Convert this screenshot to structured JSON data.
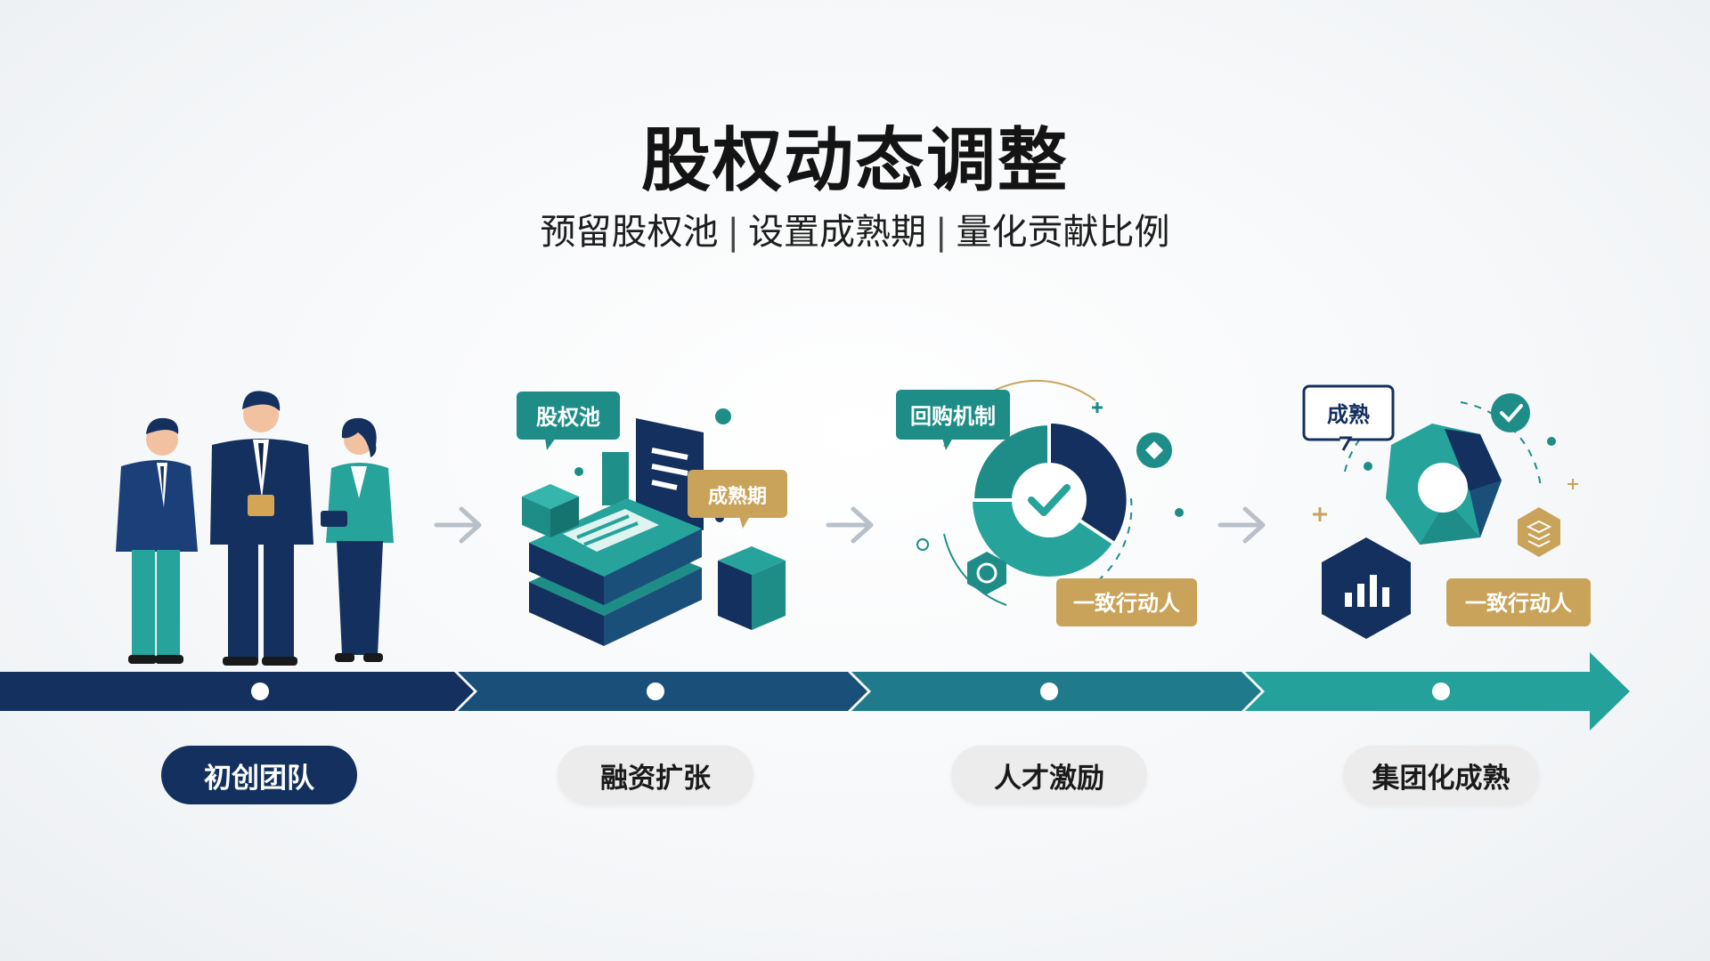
{
  "header": {
    "title": "股权动态调整",
    "subtitle_items": [
      "预留股权池",
      "设置成熟期",
      "量化贡献比例"
    ],
    "separator": "|"
  },
  "stages": [
    {
      "label": "初创团队",
      "active": true,
      "tags": []
    },
    {
      "label": "融资扩张",
      "active": false,
      "tags": [
        "股权池",
        "成熟期"
      ]
    },
    {
      "label": "人才激励",
      "active": false,
      "tags": [
        "回购机制",
        "一致行动人"
      ]
    },
    {
      "label": "集团化成熟",
      "active": false,
      "tags": [
        "成熟",
        "一致行动人"
      ]
    }
  ],
  "colors": {
    "navy": "#13305f",
    "teal": "#23a09a",
    "gold": "#c9a35a",
    "arrow_gray": "#b9c0c8"
  },
  "icons": [
    "team-figures",
    "document-stack-icon",
    "pie-check-icon",
    "bar-chart-hexagon-icon"
  ]
}
